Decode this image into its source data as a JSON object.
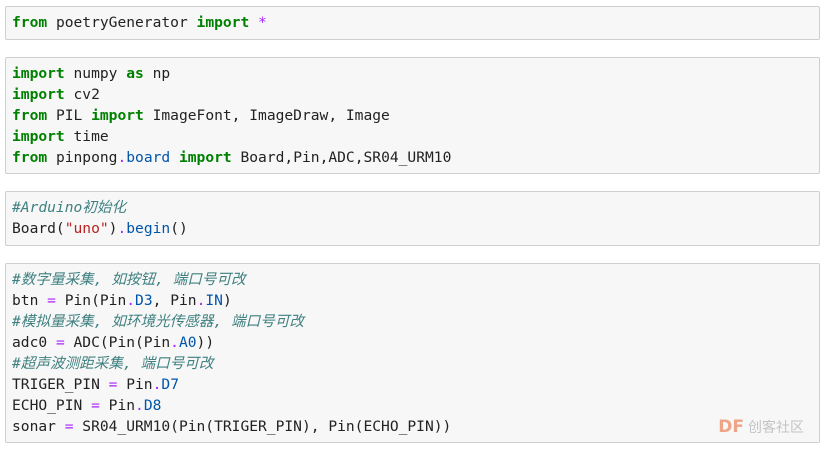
{
  "cells": [
    {
      "lines": [
        [
          {
            "text": "from",
            "cls": "kw"
          },
          {
            "text": " poetryGenerator ",
            "cls": ""
          },
          {
            "text": "import",
            "cls": "kw"
          },
          {
            "text": " ",
            "cls": ""
          },
          {
            "text": "*",
            "cls": "op"
          }
        ]
      ]
    },
    {
      "lines": [
        [
          {
            "text": "import",
            "cls": "kw"
          },
          {
            "text": " numpy ",
            "cls": ""
          },
          {
            "text": "as",
            "cls": "kw"
          },
          {
            "text": " np",
            "cls": ""
          }
        ],
        [
          {
            "text": "import",
            "cls": "kw"
          },
          {
            "text": " cv2",
            "cls": ""
          }
        ],
        [
          {
            "text": "from",
            "cls": "kw"
          },
          {
            "text": " PIL ",
            "cls": ""
          },
          {
            "text": "import",
            "cls": "kw"
          },
          {
            "text": " ImageFont, ImageDraw, Image",
            "cls": ""
          }
        ],
        [
          {
            "text": "import",
            "cls": "kw"
          },
          {
            "text": " time",
            "cls": ""
          }
        ],
        [
          {
            "text": "from",
            "cls": "kw"
          },
          {
            "text": " pinpong",
            "cls": ""
          },
          {
            "text": ".",
            "cls": "op"
          },
          {
            "text": "board",
            "cls": "attr"
          },
          {
            "text": " ",
            "cls": ""
          },
          {
            "text": "import",
            "cls": "kw"
          },
          {
            "text": " Board,Pin,ADC,SR04_URM10",
            "cls": ""
          }
        ]
      ]
    },
    {
      "lines": [
        [
          {
            "text": "#Arduino初始化",
            "cls": "cm"
          }
        ],
        [
          {
            "text": "Board(",
            "cls": ""
          },
          {
            "text": "\"uno\"",
            "cls": "str"
          },
          {
            "text": ")",
            "cls": ""
          },
          {
            "text": ".",
            "cls": "op"
          },
          {
            "text": "begin",
            "cls": "attr"
          },
          {
            "text": "()",
            "cls": ""
          }
        ]
      ]
    },
    {
      "lines": [
        [
          {
            "text": "#数字量采集, 如按钮, 端口号可改",
            "cls": "cm"
          }
        ],
        [
          {
            "text": "btn ",
            "cls": ""
          },
          {
            "text": "=",
            "cls": "op"
          },
          {
            "text": " Pin(Pin",
            "cls": ""
          },
          {
            "text": ".",
            "cls": "op"
          },
          {
            "text": "D3",
            "cls": "attr"
          },
          {
            "text": ", Pin",
            "cls": ""
          },
          {
            "text": ".",
            "cls": "op"
          },
          {
            "text": "IN",
            "cls": "attr"
          },
          {
            "text": ")",
            "cls": ""
          }
        ],
        [
          {
            "text": "#模拟量采集, 如环境光传感器, 端口号可改",
            "cls": "cm"
          }
        ],
        [
          {
            "text": "adc0 ",
            "cls": ""
          },
          {
            "text": "=",
            "cls": "op"
          },
          {
            "text": " ADC(Pin(Pin",
            "cls": ""
          },
          {
            "text": ".",
            "cls": "op"
          },
          {
            "text": "A0",
            "cls": "attr"
          },
          {
            "text": "))",
            "cls": ""
          }
        ],
        [
          {
            "text": "#超声波测距采集, 端口号可改",
            "cls": "cm"
          }
        ],
        [
          {
            "text": "TRIGER_PIN ",
            "cls": ""
          },
          {
            "text": "=",
            "cls": "op"
          },
          {
            "text": " Pin",
            "cls": ""
          },
          {
            "text": ".",
            "cls": "op"
          },
          {
            "text": "D7",
            "cls": "attr"
          }
        ],
        [
          {
            "text": "ECHO_PIN ",
            "cls": ""
          },
          {
            "text": "=",
            "cls": "op"
          },
          {
            "text": " Pin",
            "cls": ""
          },
          {
            "text": ".",
            "cls": "op"
          },
          {
            "text": "D8",
            "cls": "attr"
          }
        ],
        [
          {
            "text": "sonar ",
            "cls": ""
          },
          {
            "text": "=",
            "cls": "op"
          },
          {
            "text": " SR04_URM10(Pin(TRIGER_PIN), Pin(ECHO_PIN))",
            "cls": ""
          }
        ]
      ]
    }
  ],
  "watermark": {
    "logo": "DF",
    "text": "创客社区"
  }
}
